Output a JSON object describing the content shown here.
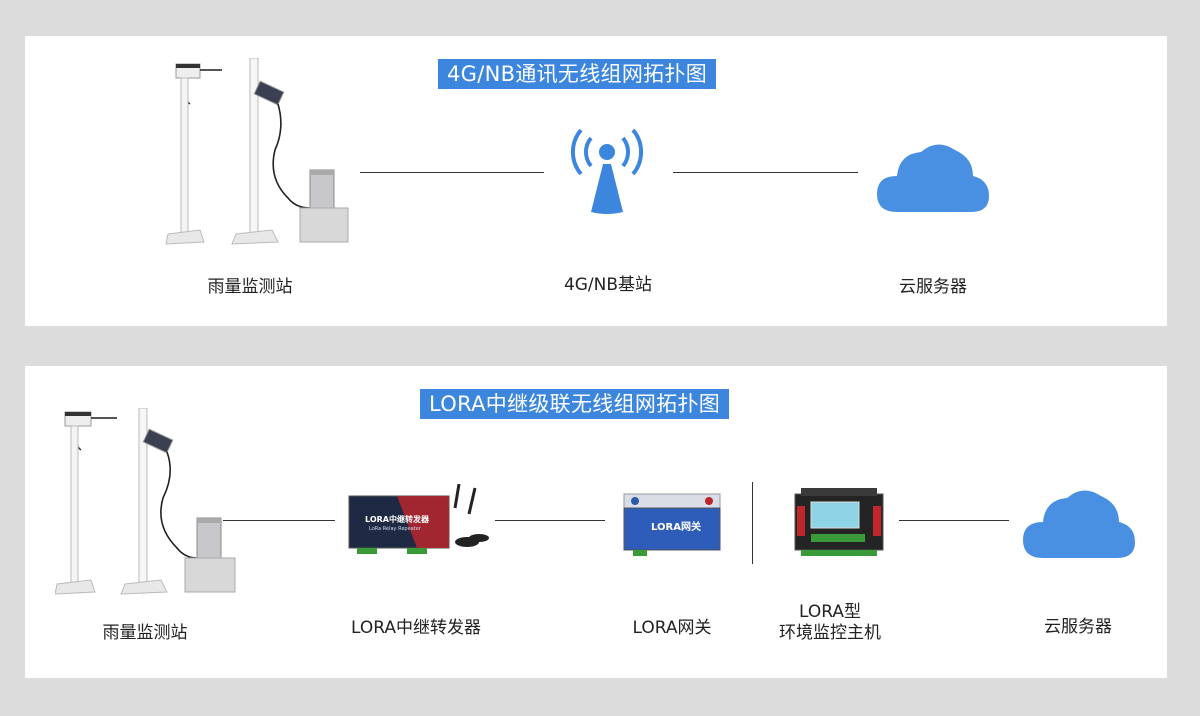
{
  "colors": {
    "accent": "#3d86de",
    "cloud": "#4a90e2",
    "background": "#dcdcdc",
    "panel": "#ffffff"
  },
  "panel1": {
    "title": "4G/NB通讯无线组网拓扑图",
    "nodes": [
      {
        "label": "雨量监测站",
        "icon": "rain-gauge-station-icon"
      },
      {
        "label": "4G/NB基站",
        "icon": "signal-tower-icon"
      },
      {
        "label": "云服务器",
        "icon": "cloud-icon"
      }
    ]
  },
  "panel2": {
    "title": "LORA中继级联无线组网拓扑图",
    "nodes": [
      {
        "label": "雨量监测站",
        "icon": "rain-gauge-station-icon"
      },
      {
        "label": "LORA中继转发器",
        "icon": "lora-relay-device-icon",
        "device_text": "LORA中继转发器",
        "device_subtext": "LoRa Relay Repeater"
      },
      {
        "label": "LORA网关",
        "icon": "lora-gateway-device-icon",
        "device_text": "LORA网关"
      },
      {
        "label_line1": "LORA型",
        "label_line2": "环境监控主机",
        "icon": "environment-host-device-icon"
      },
      {
        "label": "云服务器",
        "icon": "cloud-icon"
      }
    ]
  }
}
